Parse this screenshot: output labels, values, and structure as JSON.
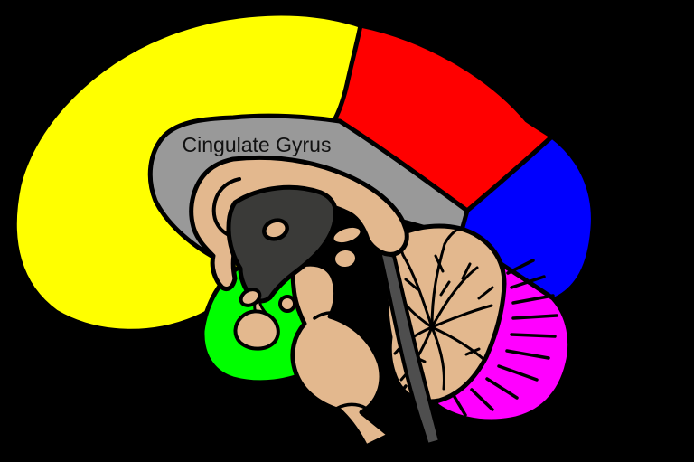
{
  "figure": {
    "type": "anatomical-diagram",
    "subject": "Human brain midsagittal section with color-coded regions"
  },
  "labels": {
    "cingulate_gyrus": "Cingulate Gyrus"
  },
  "colors": {
    "background": "#000000",
    "outline": "#000000",
    "frontal_lobe_yellow": "#FFFF00",
    "parietal_lobe_red": "#FF0000",
    "occipital_lobe_blue": "#0000FF",
    "temporal_lobe_green": "#00FF00",
    "cerebellum_cortex_magenta": "#FF00FF",
    "cingulate_gyrus_gray": "#999999",
    "tissue_tan": "#E3B88E",
    "thalamus_dark_gray": "#3A3A38",
    "ventricle_mid_gray": "#4E4E4E",
    "label_text": "#111111"
  }
}
